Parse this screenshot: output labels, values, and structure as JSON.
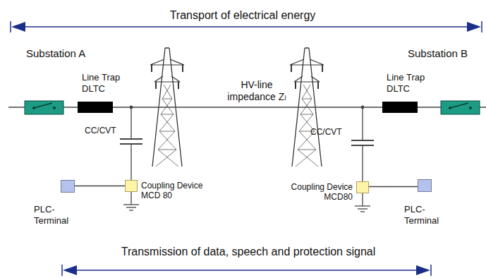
{
  "diagram": {
    "nodes": [
      {
        "text": [
          "Line Trap DLTC"
        ]
      },
      {
        "text": [
          "Line Trap DLTC"
        ]
      },
      {
        "text": [
          "PLC-Terminal"
        ]
      },
      {
        "text": [
          "Coupling Device MCD 80"
        ]
      },
      {
        "text": [
          "Coupling Device MCD80"
        ]
      },
      {
        "text": [
          "PLC-Terminal"
        ]
      }
    ],
    "edges": [
      {
        "from": 2,
        "to": 3,
        "arrow": "none"
      },
      {
        "from": 4,
        "to": 5,
        "arrow": "none"
      }
    ],
    "labels": [
      "Transport of electrical energy",
      "Substation A",
      "Substation B",
      "HV-line impedance Zₗ",
      "CC/CVT",
      "CC/CVT",
      "Transmission of data, speech and protection signal"
    ]
  }
}
